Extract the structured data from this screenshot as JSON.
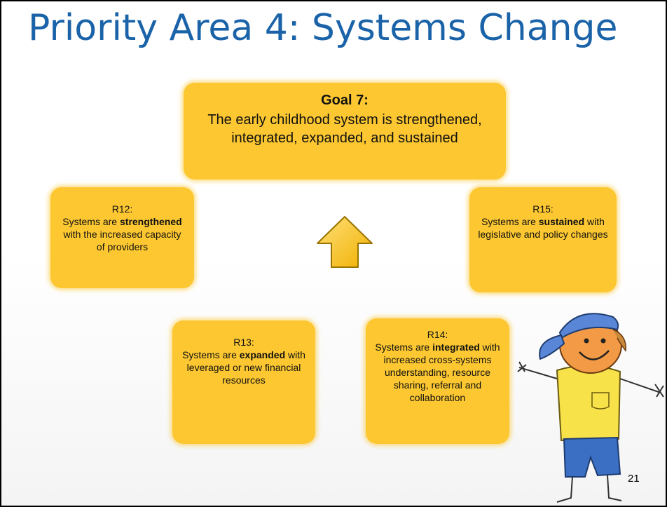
{
  "slide": {
    "title": "Priority Area 4: Systems Change",
    "page_number": "21"
  },
  "goal": {
    "heading": "Goal 7:",
    "text": "The early childhood system is strengthened, integrated, expanded, and sustained"
  },
  "results": {
    "r12": {
      "code": "R12:",
      "text_before": "Systems are ",
      "emphasis": "strengthened",
      "text_after": " with the increased capacity of providers"
    },
    "r13": {
      "code": "R13:",
      "text_before": "Systems are ",
      "emphasis": "expanded",
      "text_after": " with leveraged or new financial resources"
    },
    "r14": {
      "code": "R14:",
      "text_before": "Systems are ",
      "emphasis": "integrated",
      "text_after": " with increased cross-systems understanding, resource sharing, referral and collaboration"
    },
    "r15": {
      "code": "R15:",
      "text_before": "Systems are ",
      "emphasis": "sustained",
      "text_after": " with legislative and policy changes"
    }
  },
  "icons": {
    "arrow": "up-arrow-icon",
    "illustration": "child-drawing-illustration"
  },
  "colors": {
    "title": "#1a63a8",
    "box_fill": "#fcc731",
    "arrow_fill": "#fbc52b"
  }
}
